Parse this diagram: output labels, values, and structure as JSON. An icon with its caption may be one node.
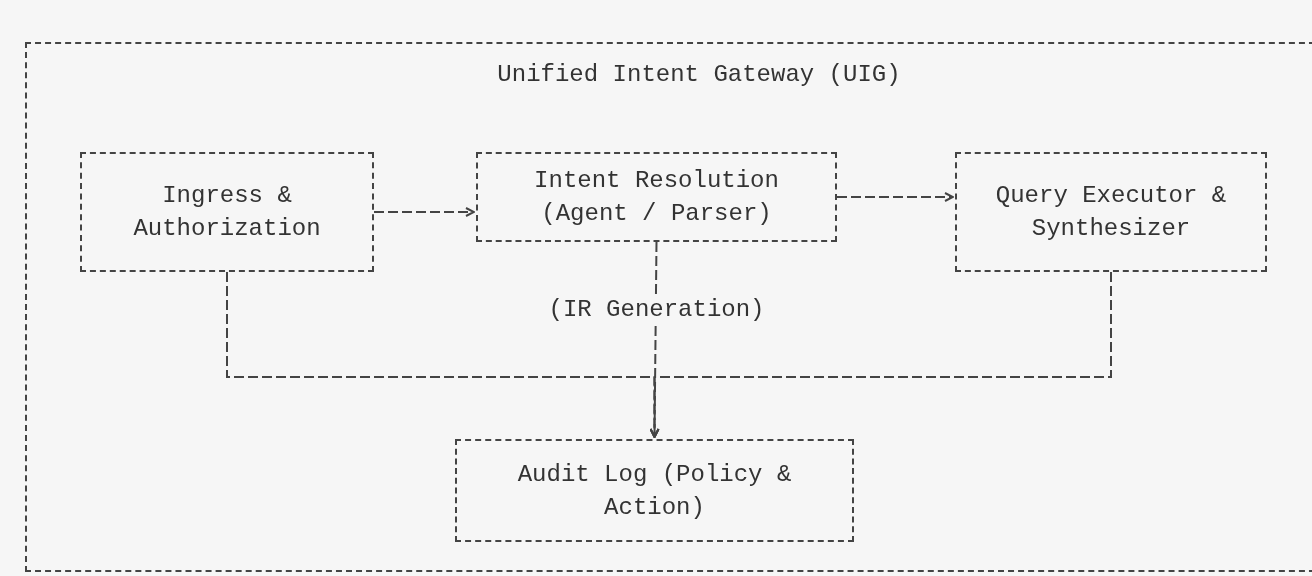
{
  "diagram": {
    "nodes": [
      {
        "text": [
          "Unified Intent Gateway (UIG)"
        ]
      },
      {
        "text": [
          "Ingress & Authorization"
        ],
        "in": 0
      },
      {
        "text": [
          "Intent Resolution (Agent / Parser)"
        ],
        "in": 0
      },
      {
        "text": [
          "Query Executor & Synthesizer"
        ],
        "in": 0
      },
      {
        "text": [
          "Audit Log (Policy & Action)"
        ],
        "in": 0
      }
    ],
    "edges": [
      {
        "from": 1,
        "to": 2,
        "arrow": "to"
      },
      {
        "from": 2,
        "to": 3,
        "arrow": "to"
      },
      {
        "from": 1,
        "to": 4,
        "arrow": "to"
      },
      {
        "from": 2,
        "to": 4,
        "arrow": "to",
        "label": "(IR Generation)"
      },
      {
        "from": 3,
        "to": 4,
        "arrow": "to"
      }
    ]
  }
}
